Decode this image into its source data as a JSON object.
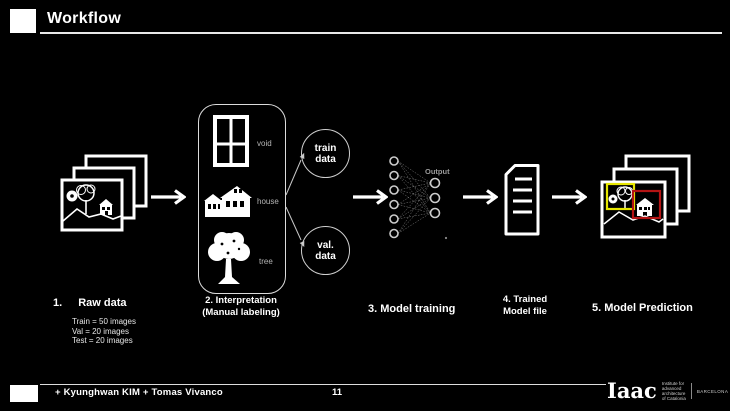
{
  "header": {
    "title": "Workflow"
  },
  "diagram": {
    "step1": {
      "number": "1.",
      "title": "Raw data",
      "details": [
        "Train = 50 images",
        "Val = 20 images",
        "Test = 20 images"
      ]
    },
    "step2": {
      "title_line1": "2. Interpretation",
      "title_line2": "(Manual labeling)",
      "classes": [
        {
          "label": "void"
        },
        {
          "label": "house"
        },
        {
          "label": "tree"
        }
      ]
    },
    "split": {
      "train": {
        "line1": "train",
        "line2": "data"
      },
      "val": {
        "line1": "val.",
        "line2": "data"
      }
    },
    "step3": {
      "title": "3. Model training",
      "output_label": "Output"
    },
    "step4": {
      "title_line1": "4. Trained",
      "title_line2": "Model file"
    },
    "step5": {
      "title": "5. Model Prediction"
    }
  },
  "footer": {
    "authors": "+ Kyunghwan KIM  + Tomas Vivanco",
    "page_number": "11",
    "logo": {
      "wordmark": "Iaac",
      "institute_lines": [
        "Institute for",
        "advanced",
        "architecture",
        "of Catalonia"
      ],
      "city": "BARCELONA"
    }
  },
  "colors": {
    "background": "#000000",
    "foreground": "#ffffff",
    "muted_label": "#b5b5b5",
    "prediction_box_tree": "#e6e600",
    "prediction_box_house": "#b41414"
  }
}
